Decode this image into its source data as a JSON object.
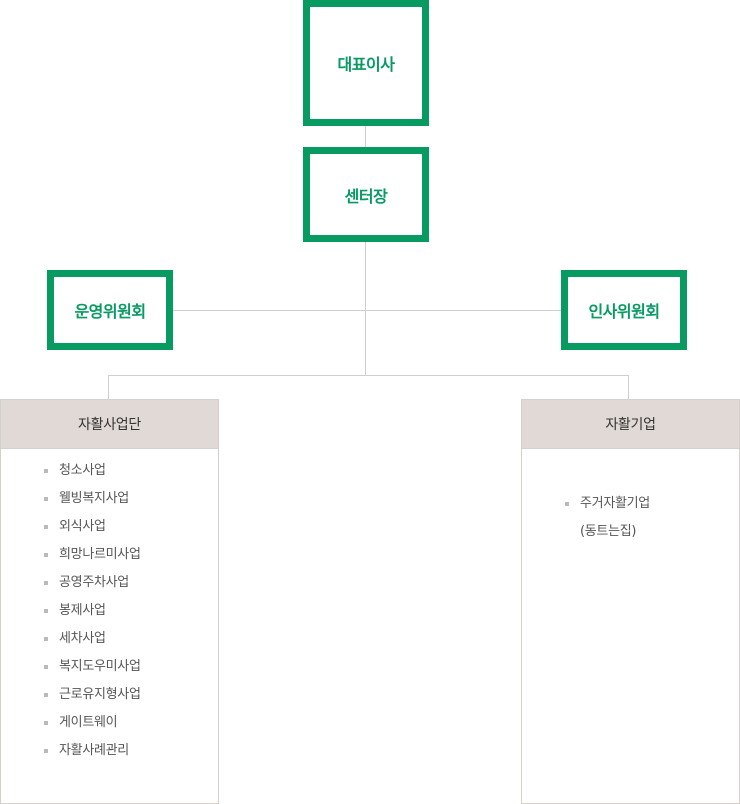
{
  "colors": {
    "accent": "#079b62",
    "panel_header": "#e1d9d5",
    "line": "#cfcfcf"
  },
  "top": {
    "ceo": "대표이사",
    "director": "센터장"
  },
  "committees": {
    "left": "운영위원회",
    "right": "인사위원회"
  },
  "left_panel": {
    "title": "자활사업단",
    "items": [
      "청소사업",
      "웰빙복지사업",
      "외식사업",
      "희망나르미사업",
      "공영주차사업",
      "봉제사업",
      "세차사업",
      "복지도우미사업",
      "근로유지형사업",
      "게이트웨이",
      "자활사례관리"
    ]
  },
  "right_panel": {
    "title": "자활기업",
    "item_line1": "주거자활기업",
    "item_line2": "(동트는집)"
  }
}
